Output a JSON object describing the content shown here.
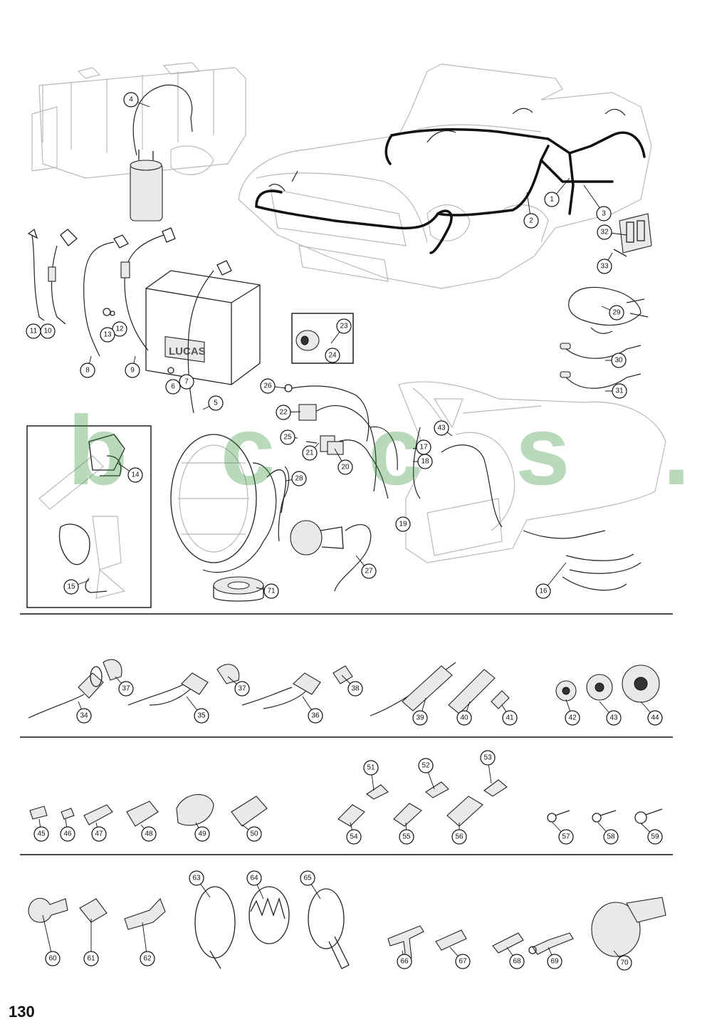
{
  "page_number": "130",
  "watermark": "b c c s . c h",
  "battery_label": "LUCAS",
  "callouts": [
    "1",
    "2",
    "3",
    "4",
    "5",
    "6",
    "7",
    "8",
    "9",
    "10",
    "11",
    "12",
    "13",
    "14",
    "15",
    "16",
    "17",
    "18",
    "19",
    "20",
    "21",
    "22",
    "23",
    "24",
    "25",
    "26",
    "27",
    "28",
    "29",
    "30",
    "31",
    "32",
    "33",
    "34",
    "35",
    "36",
    "37",
    "37",
    "38",
    "39",
    "40",
    "41",
    "42",
    "43",
    "43",
    "44",
    "45",
    "46",
    "47",
    "48",
    "49",
    "50",
    "51",
    "52",
    "53",
    "54",
    "55",
    "56",
    "57",
    "58",
    "59",
    "60",
    "61",
    "62",
    "63",
    "64",
    "65",
    "66",
    "67",
    "68",
    "69",
    "70",
    "71"
  ],
  "colors": {
    "line": "#111111",
    "ghost": "#b9b9b9",
    "watermark": "#2a8a30"
  }
}
